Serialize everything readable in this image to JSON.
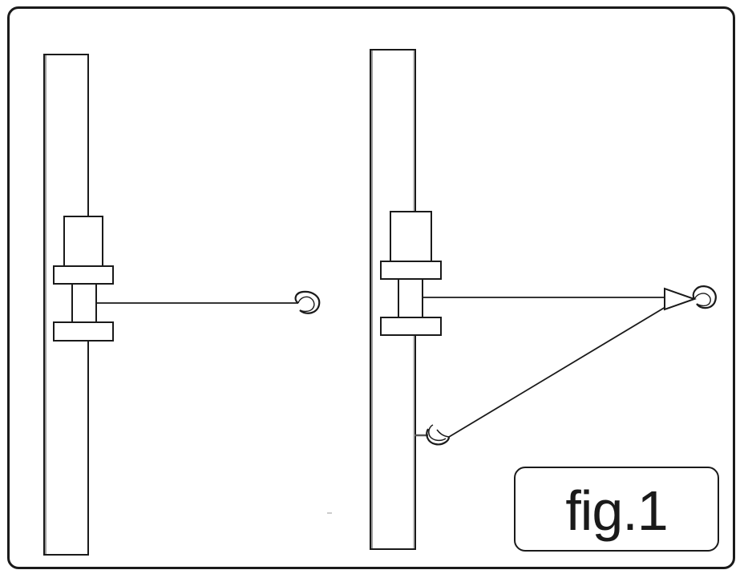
{
  "figure": {
    "label": "fig.1",
    "stroke_color": "#1a1a1a",
    "pole_edge_color": "#8a8a8a",
    "background": "#ffffff"
  },
  "left_assembly": {
    "parts": [
      "pole",
      "sleeve",
      "upper-collar",
      "lower-collar",
      "cable",
      "hook-icon"
    ]
  },
  "right_assembly": {
    "parts": [
      "pole",
      "sleeve",
      "upper-collar",
      "lower-collar",
      "horizontal-cable",
      "diagonal-cable",
      "pulley-icon",
      "hook-icon",
      "pole-hook-icon"
    ]
  }
}
